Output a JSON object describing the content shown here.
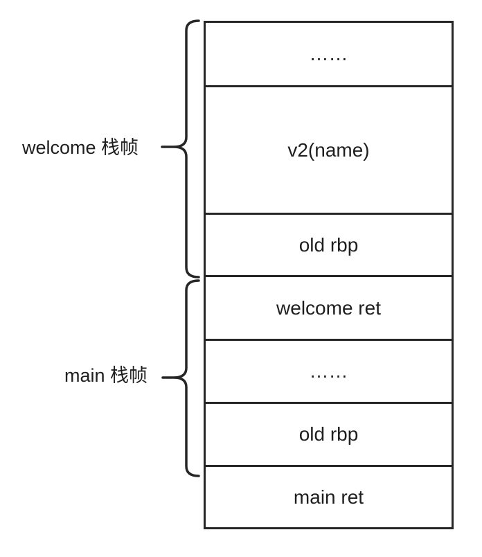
{
  "colors": {
    "line": "#262626",
    "text": "#1f1f1f",
    "background": "#ffffff"
  },
  "diagram": {
    "type": "stack-frame-memory-diagram",
    "stack_rows": [
      {
        "label": "……"
      },
      {
        "label": "v2(name)"
      },
      {
        "label": "old rbp"
      },
      {
        "label": "welcome ret"
      },
      {
        "label": "……"
      },
      {
        "label": "old rbp"
      },
      {
        "label": "main ret"
      }
    ],
    "braces": [
      {
        "label": "welcome 栈帧",
        "spans_rows": "……, v2(name), old rbp"
      },
      {
        "label": "main 栈帧",
        "spans_rows": "welcome ret, ……, old rbp"
      }
    ]
  }
}
